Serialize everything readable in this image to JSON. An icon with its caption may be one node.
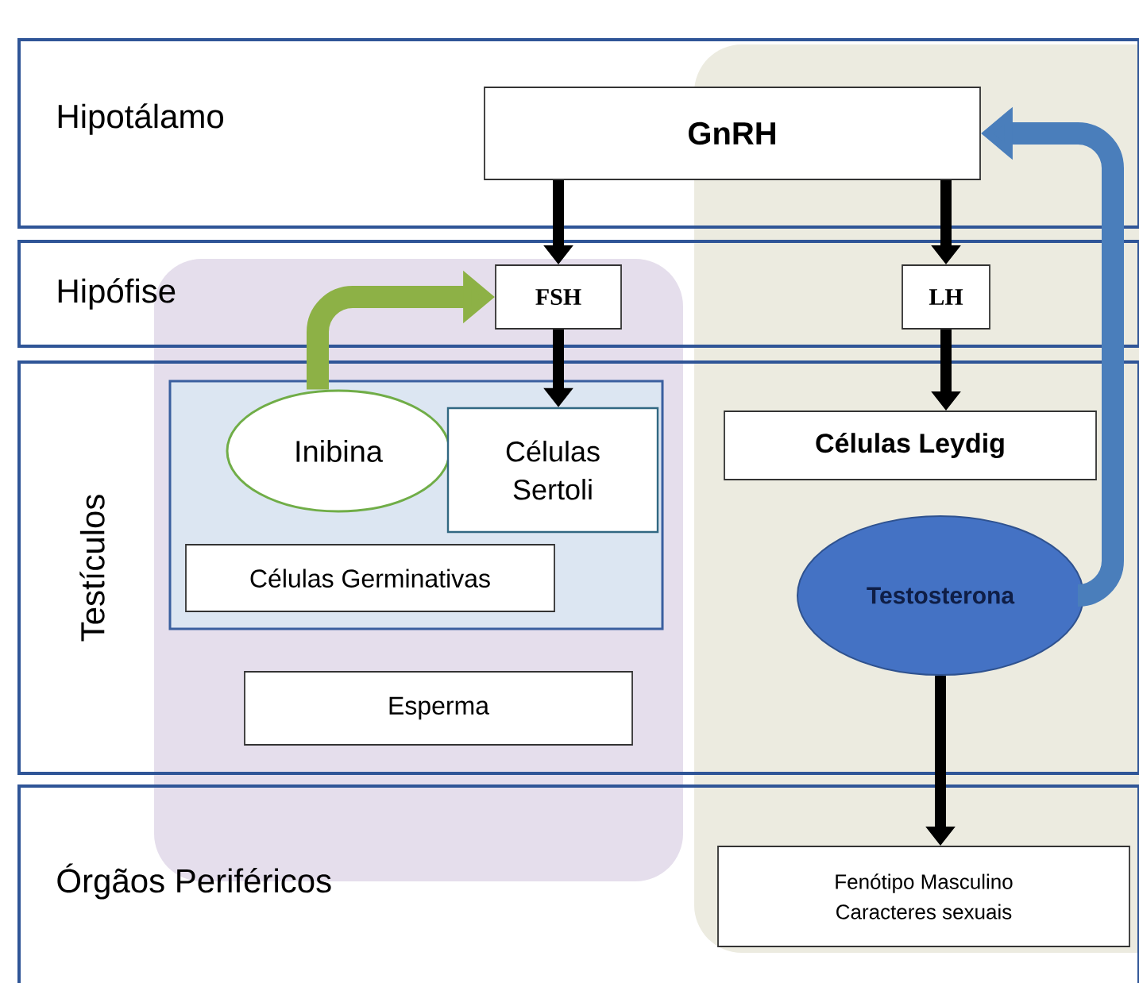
{
  "diagram": {
    "nodes": [
      {
        "text": [
          "Hipotálamo"
        ]
      },
      {
        "text": [
          "GnRH"
        ],
        "in": 0
      },
      {
        "text": [
          "Hipófise"
        ]
      },
      {
        "text": [
          "FSH"
        ],
        "in": 2
      },
      {
        "text": [
          "LH"
        ],
        "in": 2
      },
      {
        "text": [
          "Testículos"
        ]
      },
      {
        "text": [],
        "shape": "box",
        "in": 5
      },
      {
        "text": [
          "Inibina"
        ],
        "in": 6
      },
      {
        "text": [
          "Células Sertoli"
        ],
        "in": 6
      },
      {
        "text": [
          "Células Germinativas"
        ],
        "in": 6
      },
      {
        "text": [
          "Esperma"
        ],
        "in": 5
      },
      {
        "text": [
          "Células Leydig"
        ],
        "in": 5
      },
      {
        "text": [
          "Testosterona"
        ],
        "in": 5
      },
      {
        "text": [
          "Órgãos Periféricos"
        ]
      },
      {
        "text": [
          "Fenótipo Masculino",
          "Caracteres sexuais"
        ],
        "in": 13
      }
    ],
    "edges": [
      {
        "from": 1,
        "to": 3,
        "arrow": "to"
      },
      {
        "from": 1,
        "to": 4,
        "arrow": "to"
      },
      {
        "from": 3,
        "to": 8,
        "arrow": "to"
      },
      {
        "from": 4,
        "to": 11,
        "arrow": "to"
      },
      {
        "from": 7,
        "to": 3,
        "arrow": "to",
        "style": "thick",
        "color": "#8db146"
      },
      {
        "from": 12,
        "to": 1,
        "arrow": "to",
        "style": "thick",
        "color": "#4a7ebb"
      },
      {
        "from": 12,
        "to": 14,
        "arrow": "to"
      }
    ]
  }
}
